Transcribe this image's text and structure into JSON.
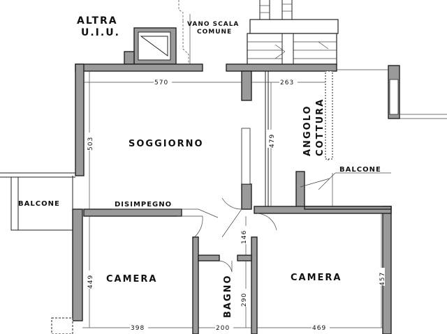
{
  "labels": {
    "altra": "ALTRA",
    "uiu": "U.I.U.",
    "vano_scala": "VANO SCALA",
    "comune": "COMUNE",
    "soggiorno": "SOGGIORNO",
    "angolo": "ANGOLO",
    "cottura": "COTTURA",
    "balcone_right": "BALCONE",
    "balcone_left": "BALCONE",
    "disimpegno": "DISIMPEGNO",
    "camera_left": "CAMERA",
    "camera_right": "CAMERA",
    "bagno": "BAGNO"
  },
  "dimensions": {
    "soggiorno_width": "570",
    "cottura_width": "263",
    "soggiorno_depth": "503",
    "cottura_depth": "479",
    "disimpegno_depth": "146",
    "camera_left_depth": "449",
    "bagno_depth": "290",
    "camera_right_depth": "457",
    "camera_left_width": "398",
    "bagno_width": "200",
    "camera_right_width": "469"
  }
}
